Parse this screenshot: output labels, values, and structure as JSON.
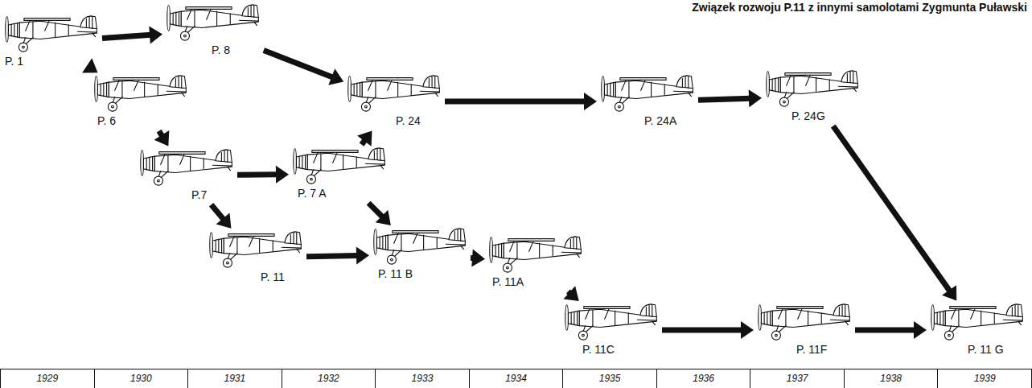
{
  "diagram": {
    "title": "Związek rozwoju P.11 z innymi samolotami Zygmunta Puławski",
    "nodes": [
      {
        "text": [
          "P. 1"
        ]
      },
      {
        "text": [
          "P. 8"
        ]
      },
      {
        "text": [
          "P. 6"
        ]
      },
      {
        "text": [
          "P. 24"
        ]
      },
      {
        "text": [
          "P. 24A"
        ]
      },
      {
        "text": [
          "P. 24G"
        ]
      },
      {
        "text": [
          "P.7"
        ]
      },
      {
        "text": [
          "P. 7 A"
        ]
      },
      {
        "text": [
          "P. 11"
        ]
      },
      {
        "text": [
          "P. 11 B"
        ]
      },
      {
        "text": [
          "P. 11A"
        ]
      },
      {
        "text": [
          "P. 11C"
        ]
      },
      {
        "text": [
          "P. 11F"
        ]
      },
      {
        "text": [
          "P. 11 G"
        ]
      }
    ],
    "edges": [
      {
        "from": 0,
        "to": 1,
        "arrow": "to"
      },
      {
        "from": 0,
        "to": 2,
        "arrow": "to"
      },
      {
        "from": 1,
        "to": 3,
        "arrow": "to"
      },
      {
        "from": 2,
        "to": 6,
        "arrow": "to"
      },
      {
        "from": 6,
        "to": 7,
        "arrow": "to"
      },
      {
        "from": 6,
        "to": 8,
        "arrow": "to"
      },
      {
        "from": 7,
        "to": 3,
        "arrow": "to"
      },
      {
        "from": 7,
        "to": 9,
        "arrow": "to"
      },
      {
        "from": 8,
        "to": 9,
        "arrow": "to"
      },
      {
        "from": 9,
        "to": 10,
        "arrow": "to"
      },
      {
        "from": 10,
        "to": 11,
        "arrow": "to"
      },
      {
        "from": 3,
        "to": 4,
        "arrow": "to"
      },
      {
        "from": 4,
        "to": 5,
        "arrow": "to"
      },
      {
        "from": 5,
        "to": 13,
        "arrow": "to"
      },
      {
        "from": 11,
        "to": 12,
        "arrow": "to"
      },
      {
        "from": 12,
        "to": 13,
        "arrow": "to"
      }
    ],
    "labels": [
      "1929",
      "1930",
      "1931",
      "1932",
      "1933",
      "1934",
      "1935",
      "1936",
      "1937",
      "1938",
      "1939"
    ]
  }
}
